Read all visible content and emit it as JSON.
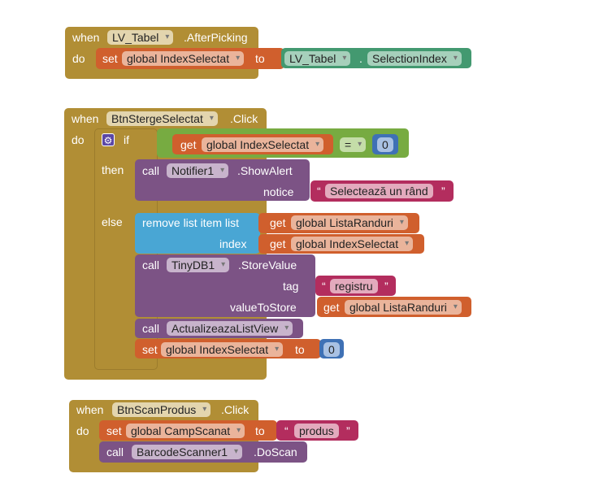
{
  "block1": {
    "when": "when",
    "component": "LV_Tabel",
    "event": ".AfterPicking",
    "do": "do",
    "set": "set",
    "variable": "global IndexSelectat",
    "to": "to",
    "getter_component": "LV_Tabel",
    "dot": ".",
    "property": "SelectionIndex"
  },
  "block2": {
    "when": "when",
    "component": "BtnStergeSelectat",
    "event": ".Click",
    "do": "do",
    "if": "if",
    "get": "get",
    "variable": "global IndexSelectat",
    "operator": "=",
    "zero": "0",
    "then": "then",
    "call": "call",
    "notifier": "Notifier1",
    "method": ".ShowAlert",
    "notice": "notice",
    "open_quote": "“",
    "close_quote": "”",
    "message": "Selectează un rând",
    "else": "else",
    "remove": "remove list item  list",
    "index": "index",
    "list_var": "global ListaRanduri",
    "db": "TinyDB1",
    "store": ".StoreValue",
    "tag": "tag",
    "tag_value": "registru",
    "value_to_store": "valueToStore",
    "proc": "ActualizeazaListView",
    "set": "set",
    "to": "to",
    "zero2": "0"
  },
  "block3": {
    "when": "when",
    "component": "BtnScanProdus",
    "event": ".Click",
    "do": "do",
    "set": "set",
    "variable": "global CampScanat",
    "to": "to",
    "open_quote": "“",
    "close_quote": "”",
    "value": "produs",
    "call": "call",
    "scanner": "BarcodeScanner1",
    "method": ".DoScan"
  }
}
